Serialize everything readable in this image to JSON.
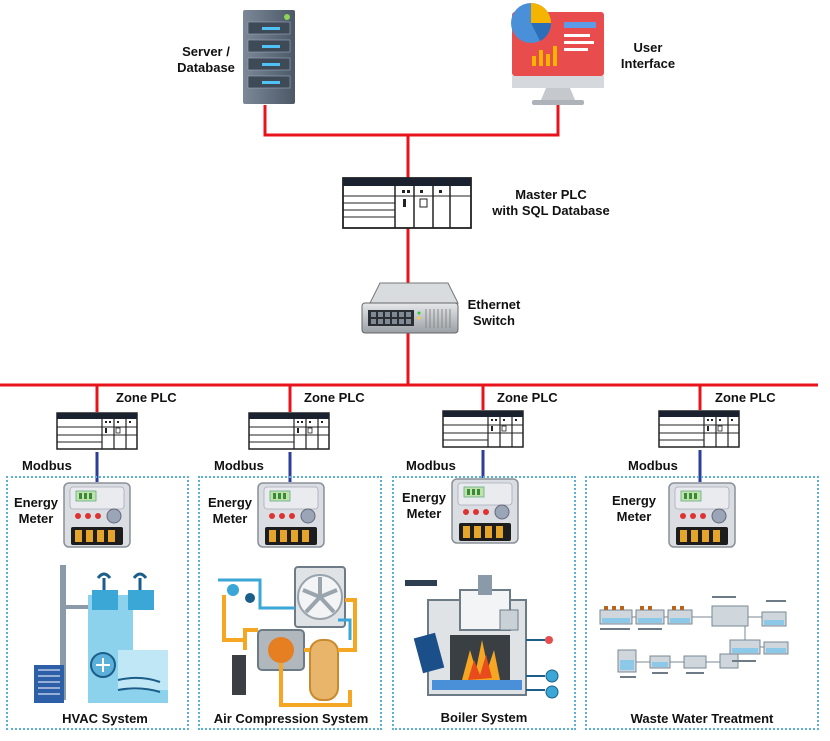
{
  "top": {
    "server_label_line1": "Server /",
    "server_label_line2": "Database",
    "ui_label_line1": "User",
    "ui_label_line2": "Interface",
    "master_label_line1": "Master PLC",
    "master_label_line2": "with SQL Database",
    "switch_label_line1": "Ethernet",
    "switch_label_line2": "Switch"
  },
  "zones": [
    {
      "plc_label": "Zone PLC",
      "bus_label": "Modbus",
      "meter_line1": "Energy",
      "meter_line2": "Meter",
      "system_label": "HVAC  System"
    },
    {
      "plc_label": "Zone PLC",
      "bus_label": "Modbus",
      "meter_line1": "Energy",
      "meter_line2": "Meter",
      "system_label": "Air Compression System"
    },
    {
      "plc_label": "Zone PLC",
      "bus_label": "Modbus",
      "meter_line1": "Energy",
      "meter_line2": "Meter",
      "system_label": "Boiler System"
    },
    {
      "plc_label": "Zone PLC",
      "bus_label": "Modbus",
      "meter_line1": "Energy",
      "meter_line2": "Meter",
      "system_label": "Waste Water Treatment"
    }
  ],
  "colors": {
    "network_line": "#e8141c",
    "modbus_line": "#2c3e9a",
    "zone_border": "#5ab0d8",
    "server_body": "#5f6e80",
    "monitor_screen": "#e84c4c"
  }
}
